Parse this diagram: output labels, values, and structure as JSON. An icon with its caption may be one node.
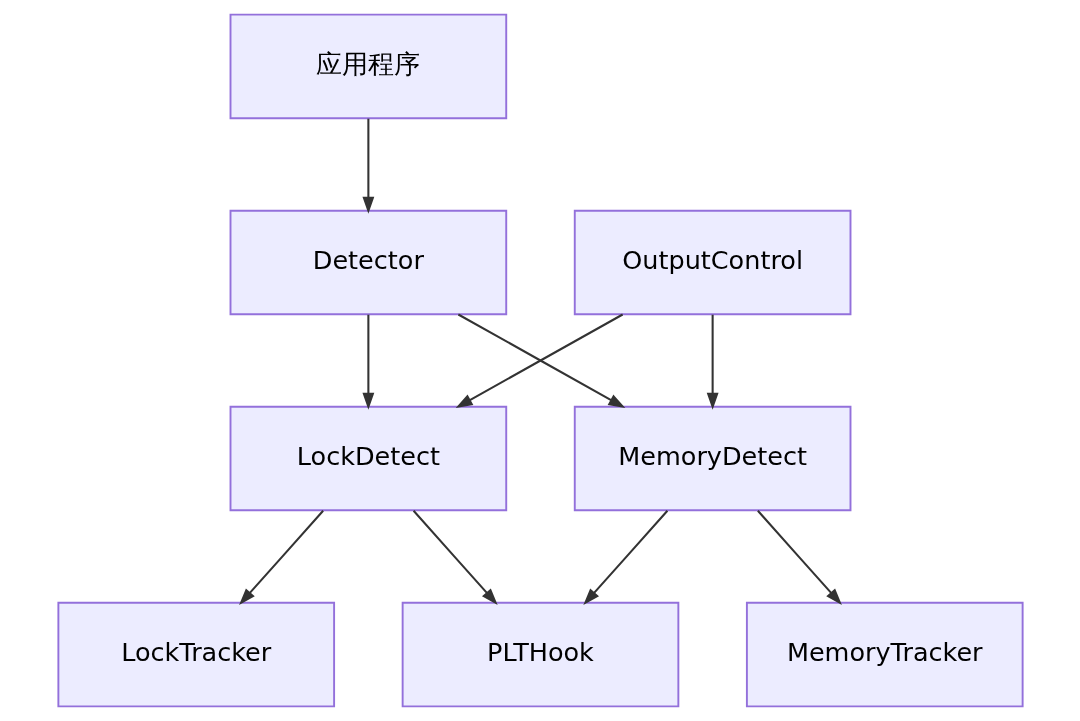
{
  "diagram": {
    "nodes": [
      {
        "text": [
          "应用程序"
        ]
      },
      {
        "text": [
          "Detector"
        ]
      },
      {
        "text": [
          "OutputControl"
        ]
      },
      {
        "text": [
          "MemoryDetect"
        ]
      },
      {
        "text": [
          "LockDetect"
        ]
      },
      {
        "text": [
          "PLTHook"
        ]
      },
      {
        "text": [
          "MemoryTracker"
        ]
      },
      {
        "text": [
          "LockTracker"
        ]
      }
    ],
    "edges": [
      {
        "from": 0,
        "to": 1,
        "arrow": "to"
      },
      {
        "from": 1,
        "to": 3,
        "arrow": "to"
      },
      {
        "from": 1,
        "to": 4,
        "arrow": "to"
      },
      {
        "from": 2,
        "to": 3,
        "arrow": "to"
      },
      {
        "from": 2,
        "to": 4,
        "arrow": "to"
      },
      {
        "from": 3,
        "to": 5,
        "arrow": "to"
      },
      {
        "from": 3,
        "to": 6,
        "arrow": "to"
      },
      {
        "from": 4,
        "to": 5,
        "arrow": "to"
      },
      {
        "from": 4,
        "to": 7,
        "arrow": "to"
      }
    ]
  }
}
